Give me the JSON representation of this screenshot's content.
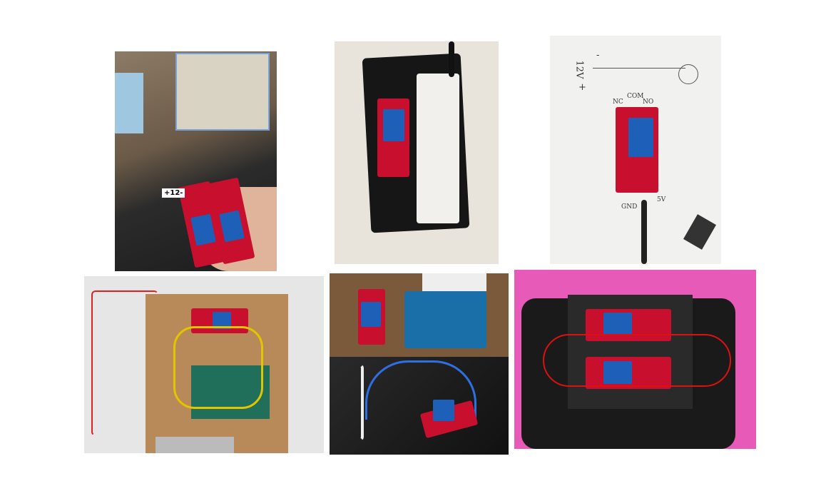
{
  "photos": [
    {
      "id": "relays-in-hand",
      "label_tag": "+12-"
    },
    {
      "id": "relay-in-enclosure"
    },
    {
      "id": "wiring-sketch",
      "handwriting": [
        "12V",
        "+",
        "-",
        "NO",
        "COM",
        "NC",
        "5V",
        "GND"
      ]
    },
    {
      "id": "arduino-on-wood-board"
    },
    {
      "id": "arduino-with-relay"
    },
    {
      "id": "relay-on-desk"
    },
    {
      "id": "dual-relays-in-pink-case"
    }
  ],
  "colors": {
    "relay_board": "#c8102e",
    "relay_cube": "#1e5fb8",
    "background": "#ffffff"
  }
}
